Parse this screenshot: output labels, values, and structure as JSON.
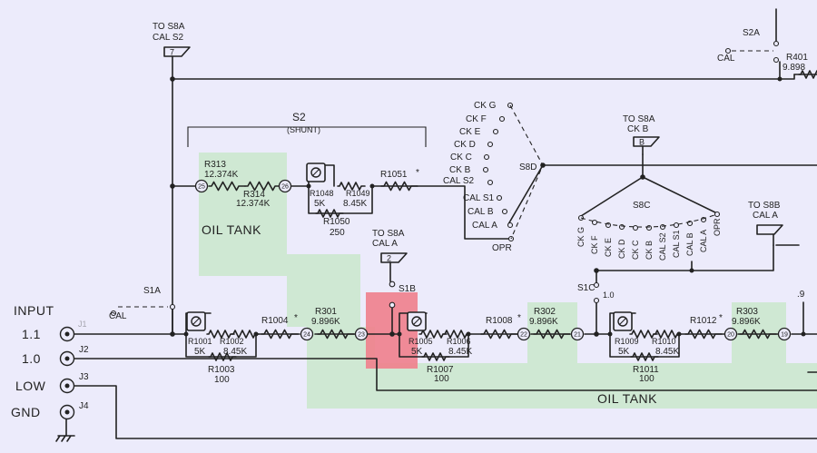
{
  "terminals": {
    "to_s8a_cal_s2": {
      "line1": "TO S8A",
      "line2": "CAL S2",
      "num": "7"
    },
    "to_s8a_cal_a": {
      "line1": "TO S8A",
      "line2": "CAL A",
      "num": "2"
    },
    "to_s8a_ck_b": {
      "line1": "TO S8A",
      "line2": "CK B",
      "num": "B"
    },
    "to_s8b_cal_a": {
      "line1": "TO S8B",
      "line2": "CAL A"
    }
  },
  "switches": {
    "s1a": "S1A",
    "s1a_cal": "CAL",
    "s1b": "S1B",
    "s1c": "S1C",
    "s1c_val": "1.0",
    "s2": "S2",
    "s2_mode": "(SHUNT)",
    "s2a": "S2A",
    "s2a_cal": "CAL",
    "s8d": "S8D",
    "s8c": "S8C",
    "s8d_contacts": [
      "CK G",
      "CK F",
      "CK E",
      "CK D",
      "CK C",
      "CK B",
      "CAL S2",
      "CAL S1",
      "CAL B",
      "CAL A",
      "OPR"
    ],
    "s8c_contacts": [
      "CK G",
      "CK F",
      "CK E",
      "CK D",
      "CK C",
      "CK B",
      "CAL S2",
      "CAL S1",
      "CAL B",
      "CAL A",
      "OPR"
    ]
  },
  "resistors": {
    "r313": {
      "name": "R313",
      "value": "12.374K"
    },
    "r314": {
      "name": "R314",
      "value": "12.374K"
    },
    "r1048": {
      "name": "R1048",
      "value": "5K"
    },
    "r1049": {
      "name": "R1049",
      "value": "8.45K"
    },
    "r1050": {
      "name": "R1050",
      "value": "250"
    },
    "r1051": {
      "name": "R1051",
      "mark": "*"
    },
    "r401": {
      "name": "R401",
      "value": "9.898"
    },
    "r1001": {
      "name": "R1001",
      "value": "5K"
    },
    "r1002": {
      "name": "R1002",
      "value": "8.45K"
    },
    "r1003": {
      "name": "R1003",
      "value": "100"
    },
    "r1004": {
      "name": "R1004",
      "mark": "*"
    },
    "r301": {
      "name": "R301",
      "value": "9.896K"
    },
    "r1005": {
      "name": "R1005",
      "value": "5K"
    },
    "r1006": {
      "name": "R1006",
      "value": "8.45K"
    },
    "r1007": {
      "name": "R1007",
      "value": "100"
    },
    "r1008": {
      "name": "R1008",
      "mark": "*"
    },
    "r302": {
      "name": "R302",
      "value": "9.896K"
    },
    "r1009": {
      "name": "R1009",
      "value": "5K"
    },
    "r1010": {
      "name": "R1010",
      "value": "8.45K"
    },
    "r1011": {
      "name": "R1011",
      "value": "100"
    },
    "r1012": {
      "name": "R1012",
      "mark": "*"
    },
    "r303": {
      "name": "R303",
      "value": "9.896K"
    },
    "tap_09": ".9"
  },
  "nodes": [
    "25",
    "26",
    "24",
    "23",
    "22",
    "21",
    "20",
    "19"
  ],
  "oil_tank": [
    "OIL TANK",
    "OIL TANK"
  ],
  "jacks": {
    "input": "INPUT",
    "j1": {
      "label": "1.1",
      "id": "J1"
    },
    "j2": {
      "label": "1.0",
      "id": "J2"
    },
    "j3": {
      "label": "LOW",
      "id": "J3"
    },
    "j4": {
      "label": "GND",
      "id": "J4"
    }
  },
  "colors": {
    "oil_tank": "#cfe8d3",
    "highlight": "#f07f8c",
    "background": "#ecebfb",
    "ink": "#222222"
  }
}
